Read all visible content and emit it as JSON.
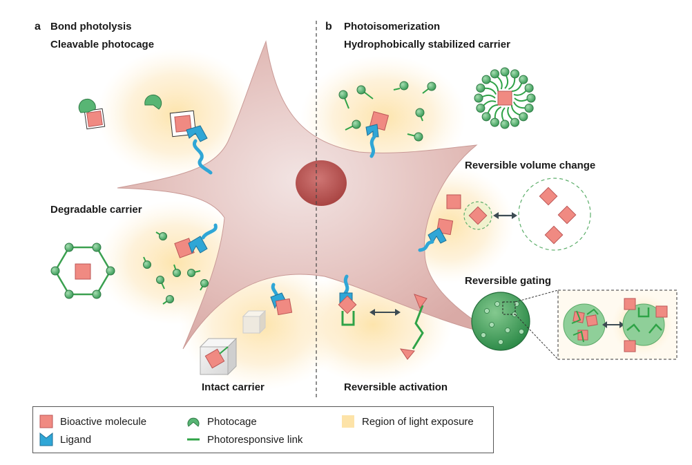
{
  "panels": {
    "a": {
      "letter": "a",
      "title": "Bond photolysis"
    },
    "b": {
      "letter": "b",
      "title": "Photoisomerization"
    }
  },
  "labels": {
    "cleavable_photocage": "Cleavable photocage",
    "degradable_carrier": "Degradable carrier",
    "intact_carrier": "Intact carrier",
    "hydrophobic_carrier": "Hydrophobically stabilized carrier",
    "reversible_volume": "Reversible volume change",
    "reversible_gating": "Reversible gating",
    "reversible_activation": "Reversible activation"
  },
  "legend": {
    "bioactive": "Bioactive molecule",
    "ligand": "Ligand",
    "photocage": "Photocage",
    "link": "Photoresponsive link",
    "light": "Region of light exposure"
  },
  "colors": {
    "bioactive": "#f08a82",
    "ligand": "#2fa6d6",
    "photocage": "#58b574",
    "link": "#2fa347",
    "light": "#fde7b8",
    "cell": "#e8c4c0",
    "nucleus": "#b5504e"
  }
}
